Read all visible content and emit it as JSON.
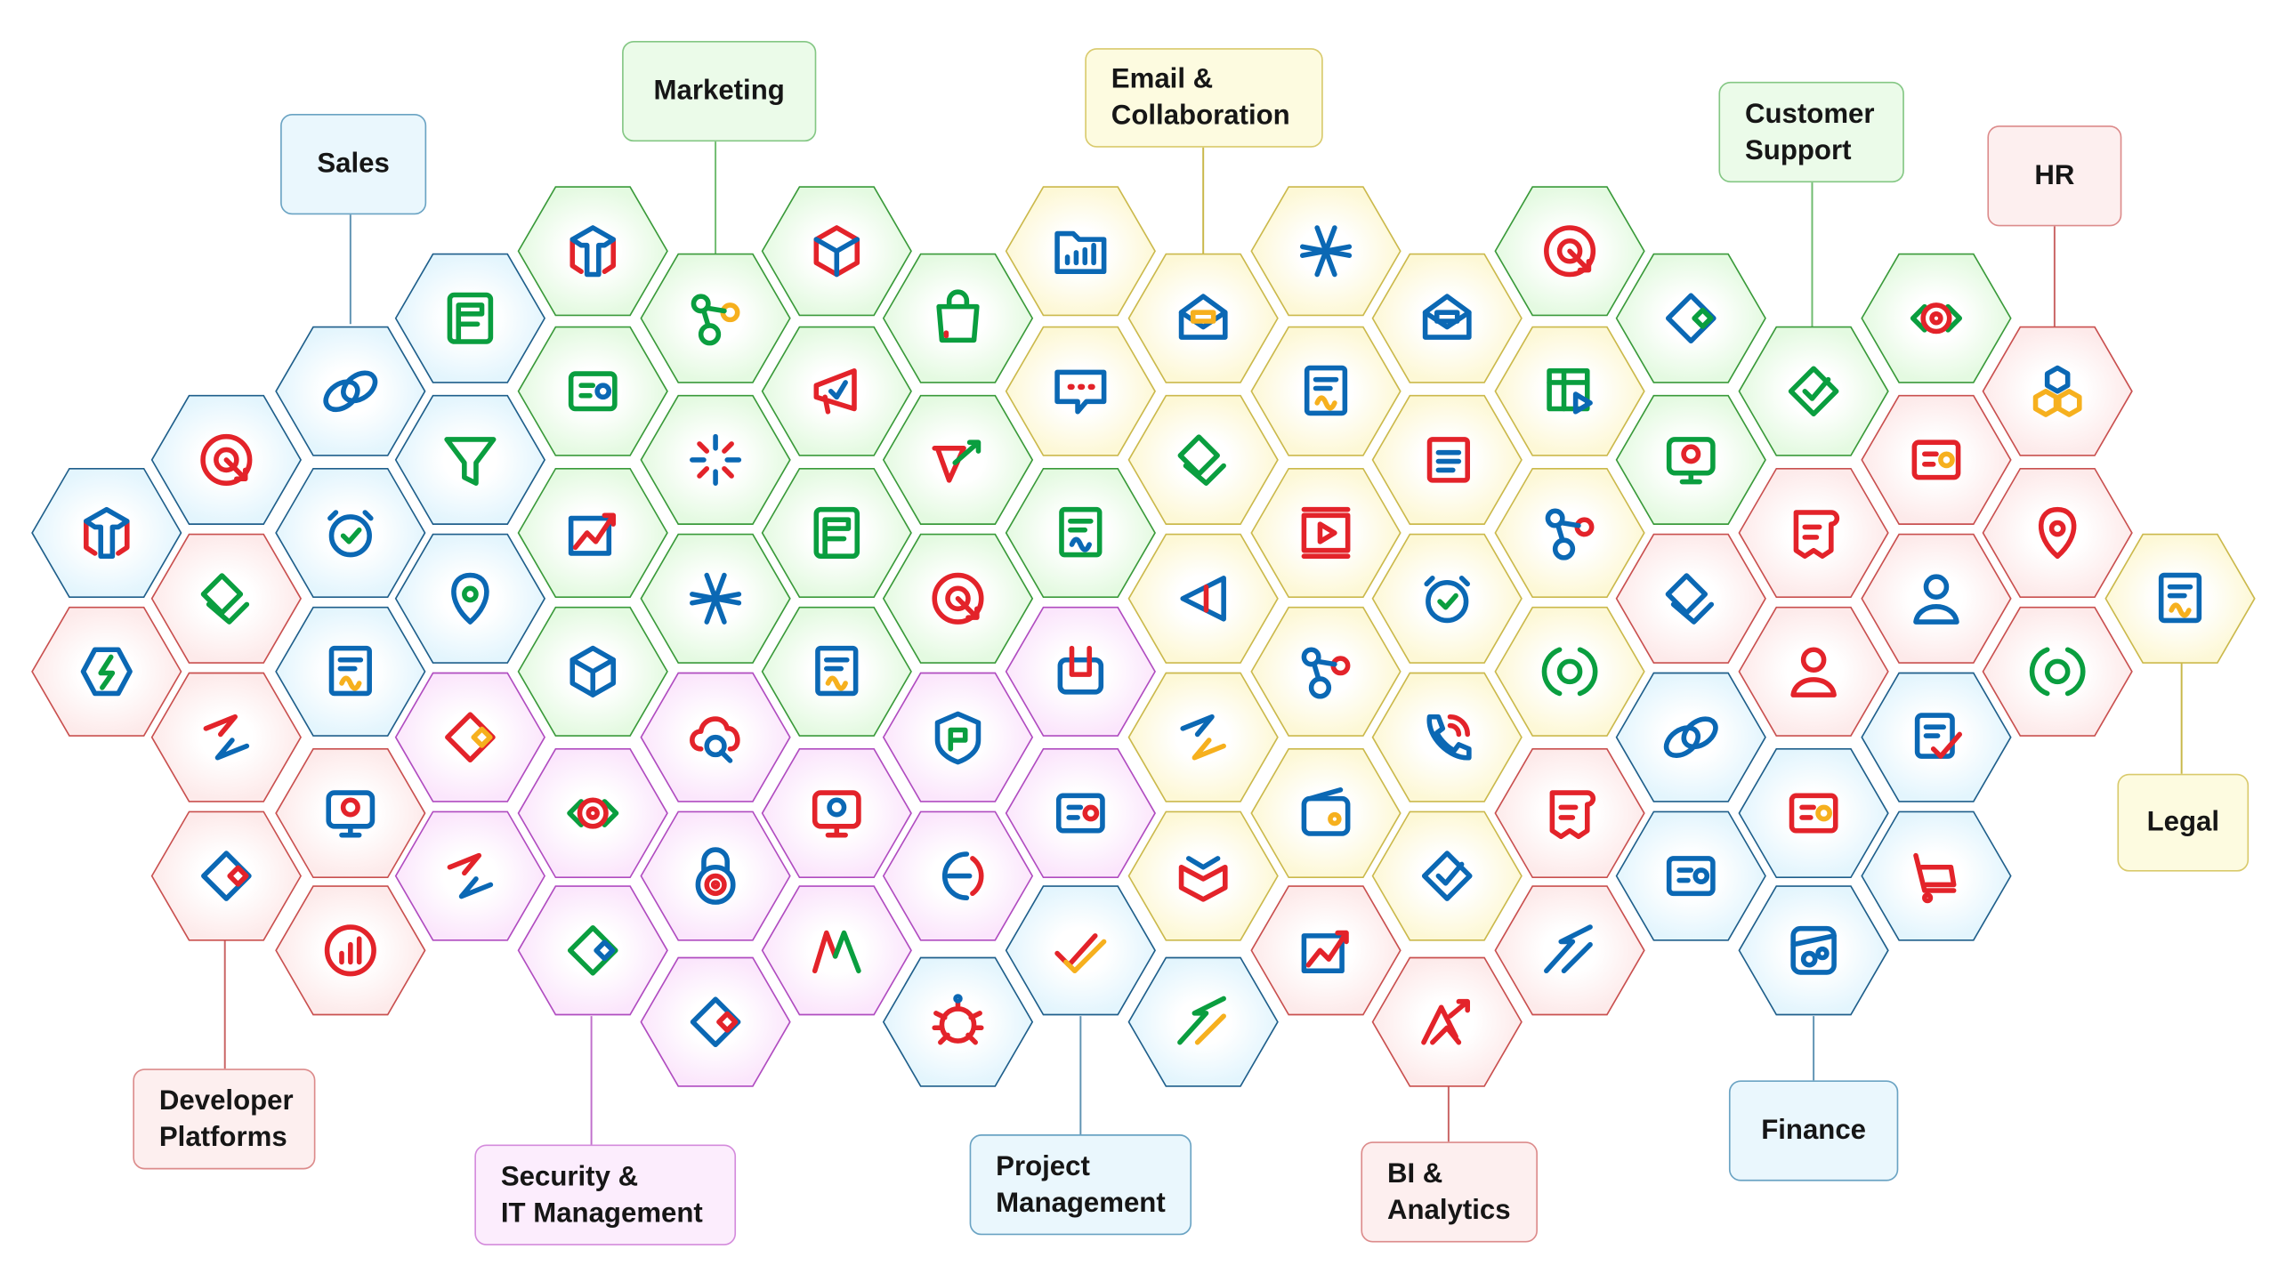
{
  "palette": {
    "B": "#0b68b4",
    "G": "#0a9e3f",
    "R": "#e3232a",
    "Y": "#f6b01e"
  },
  "tones": {
    "b": {
      "border": "#1f5f8b",
      "fill": "#e3f5fd",
      "line": "#5f93b3"
    },
    "g": {
      "border": "#3a9a3a",
      "fill": "#e4fae1",
      "line": "#6fbb6f"
    },
    "y": {
      "border": "#cbb94c",
      "fill": "#fdf8d6",
      "line": "#c9b84a"
    },
    "r": {
      "border": "#c9504f",
      "fill": "#fdeaea",
      "line": "#c96464"
    },
    "p": {
      "border": "#b04cc0",
      "fill": "#fbe6fc",
      "line": "#c070cc"
    }
  },
  "categories": {
    "sales": {
      "label": "Sales",
      "tone": "b"
    },
    "marketing": {
      "label": "Marketing",
      "tone": "g"
    },
    "email": {
      "label": "Email &\nCollaboration",
      "tone": "y"
    },
    "support": {
      "label": "Customer\nSupport",
      "tone": "g"
    },
    "hr": {
      "label": "HR",
      "tone": "r"
    },
    "legal": {
      "label": "Legal",
      "tone": "y"
    },
    "finance": {
      "label": "Finance",
      "tone": "b"
    },
    "bi": {
      "label": "BI &\nAnalytics",
      "tone": "r"
    },
    "project": {
      "label": "Project\nManagement",
      "tone": "b"
    },
    "security": {
      "label": "Security &\nIT Management",
      "tone": "p"
    },
    "developer": {
      "label": "Developer\nPlatforms",
      "tone": "r"
    }
  },
  "hexes": [
    {
      "icon": "tbox",
      "c": [
        "B",
        "R"
      ],
      "t": "b"
    },
    {
      "icon": "zap",
      "c": [
        "B",
        "G"
      ],
      "t": "r"
    },
    {
      "icon": "target",
      "c": [
        "R",
        "R"
      ],
      "t": "b"
    },
    {
      "icon": "layers",
      "c": [
        "G",
        "G"
      ],
      "t": "r"
    },
    {
      "icon": "arrows",
      "c": [
        "R",
        "B"
      ],
      "t": "r"
    },
    {
      "icon": "diamond",
      "c": [
        "B",
        "R"
      ],
      "t": "r"
    },
    {
      "icon": "link",
      "c": [
        "B",
        "B"
      ],
      "t": "b"
    },
    {
      "icon": "clock",
      "c": [
        "B",
        "G"
      ],
      "t": "b"
    },
    {
      "icon": "doc",
      "c": [
        "B",
        "Y"
      ],
      "t": "b"
    },
    {
      "icon": "monitor",
      "c": [
        "B",
        "R"
      ],
      "t": "r"
    },
    {
      "icon": "bars",
      "c": [
        "R",
        "R"
      ],
      "t": "r"
    },
    {
      "icon": "F",
      "c": [
        "G",
        "G"
      ],
      "t": "b"
    },
    {
      "icon": "funnel",
      "c": [
        "G",
        "G"
      ],
      "t": "b"
    },
    {
      "icon": "pin",
      "c": [
        "B",
        "G"
      ],
      "t": "b"
    },
    {
      "icon": "diamond",
      "c": [
        "R",
        "Y"
      ],
      "t": "p"
    },
    {
      "icon": "arrows",
      "c": [
        "R",
        "B"
      ],
      "t": "p"
    },
    {
      "icon": "tbox",
      "c": [
        "B",
        "R"
      ],
      "t": "g"
    },
    {
      "icon": "card",
      "c": [
        "G",
        "B"
      ],
      "t": "g"
    },
    {
      "icon": "chart-up",
      "c": [
        "R",
        "B"
      ],
      "t": "g"
    },
    {
      "icon": "cube",
      "c": [
        "B",
        "B"
      ],
      "t": "g"
    },
    {
      "icon": "eye",
      "c": [
        "R",
        "G"
      ],
      "t": "p"
    },
    {
      "icon": "diamond",
      "c": [
        "G",
        "B"
      ],
      "t": "p"
    },
    {
      "icon": "nodes",
      "c": [
        "G",
        "Y"
      ],
      "t": "g"
    },
    {
      "icon": "sparkle",
      "c": [
        "B",
        "R"
      ],
      "t": "g"
    },
    {
      "icon": "asterisk",
      "c": [
        "B",
        "B"
      ],
      "t": "g"
    },
    {
      "icon": "cloud",
      "c": [
        "R",
        "B"
      ],
      "t": "p"
    },
    {
      "icon": "lock",
      "c": [
        "B",
        "R"
      ],
      "t": "p"
    },
    {
      "icon": "diamond",
      "c": [
        "B",
        "R"
      ],
      "t": "p"
    },
    {
      "icon": "cube",
      "c": [
        "R",
        "B"
      ],
      "t": "g"
    },
    {
      "icon": "megaphone",
      "c": [
        "R",
        "B"
      ],
      "t": "g"
    },
    {
      "icon": "F",
      "c": [
        "G",
        "G"
      ],
      "t": "g"
    },
    {
      "icon": "doc",
      "c": [
        "B",
        "Y"
      ],
      "t": "g"
    },
    {
      "icon": "monitor",
      "c": [
        "R",
        "B"
      ],
      "t": "p"
    },
    {
      "icon": "M",
      "c": [
        "R",
        "G"
      ],
      "t": "p"
    },
    {
      "icon": "bag",
      "c": [
        "G",
        "R"
      ],
      "t": "g"
    },
    {
      "icon": "check-arrow",
      "c": [
        "R",
        "G"
      ],
      "t": "g"
    },
    {
      "icon": "target",
      "c": [
        "R",
        "R"
      ],
      "t": "g"
    },
    {
      "icon": "shield",
      "c": [
        "B",
        "G"
      ],
      "t": "p"
    },
    {
      "icon": "E",
      "c": [
        "B",
        "R"
      ],
      "t": "p"
    },
    {
      "icon": "bug",
      "c": [
        "R",
        "B"
      ],
      "t": "b"
    },
    {
      "icon": "folder",
      "c": [
        "B",
        "B"
      ],
      "t": "y"
    },
    {
      "icon": "chat",
      "c": [
        "B",
        "R"
      ],
      "t": "y"
    },
    {
      "icon": "doc",
      "c": [
        "G",
        "B"
      ],
      "t": "g"
    },
    {
      "icon": "wrench",
      "c": [
        "R",
        "B"
      ],
      "t": "p"
    },
    {
      "icon": "card",
      "c": [
        "B",
        "R"
      ],
      "t": "p"
    },
    {
      "icon": "checks",
      "c": [
        "R",
        "Y"
      ],
      "t": "b"
    },
    {
      "icon": "envelope",
      "c": [
        "B",
        "Y"
      ],
      "t": "y"
    },
    {
      "icon": "layers",
      "c": [
        "G",
        "G"
      ],
      "t": "y"
    },
    {
      "icon": "play",
      "c": [
        "B",
        "R"
      ],
      "t": "y"
    },
    {
      "icon": "arrows",
      "c": [
        "B",
        "Y"
      ],
      "t": "y"
    },
    {
      "icon": "book",
      "c": [
        "R",
        "B"
      ],
      "t": "y"
    },
    {
      "icon": "slash",
      "c": [
        "G",
        "Y"
      ],
      "t": "b"
    },
    {
      "icon": "asterisk",
      "c": [
        "B",
        "B"
      ],
      "t": "y"
    },
    {
      "icon": "doc",
      "c": [
        "B",
        "Y"
      ],
      "t": "y"
    },
    {
      "icon": "video",
      "c": [
        "R",
        "R"
      ],
      "t": "y"
    },
    {
      "icon": "nodes",
      "c": [
        "B",
        "R"
      ],
      "t": "y"
    },
    {
      "icon": "wallet",
      "c": [
        "B",
        "Y"
      ],
      "t": "y"
    },
    {
      "icon": "chart-up",
      "c": [
        "R",
        "B"
      ],
      "t": "r"
    },
    {
      "icon": "envelope",
      "c": [
        "B",
        "B"
      ],
      "t": "y"
    },
    {
      "icon": "notes",
      "c": [
        "R",
        "B"
      ],
      "t": "y"
    },
    {
      "icon": "clock",
      "c": [
        "B",
        "G"
      ],
      "t": "y"
    },
    {
      "icon": "phone",
      "c": [
        "B",
        "R"
      ],
      "t": "y"
    },
    {
      "icon": "check",
      "c": [
        "B",
        "B"
      ],
      "t": "y"
    },
    {
      "icon": "mountain",
      "c": [
        "R",
        "R"
      ],
      "t": "r"
    },
    {
      "icon": "target",
      "c": [
        "R",
        "R"
      ],
      "t": "g"
    },
    {
      "icon": "table",
      "c": [
        "G",
        "B"
      ],
      "t": "y"
    },
    {
      "icon": "nodes",
      "c": [
        "B",
        "R"
      ],
      "t": "y"
    },
    {
      "icon": "parens",
      "c": [
        "G",
        "G"
      ],
      "t": "y"
    },
    {
      "icon": "scroll",
      "c": [
        "R",
        "R"
      ],
      "t": "r"
    },
    {
      "icon": "slash",
      "c": [
        "B",
        "B"
      ],
      "t": "r"
    },
    {
      "icon": "diamond",
      "c": [
        "B",
        "G"
      ],
      "t": "g"
    },
    {
      "icon": "monitor",
      "c": [
        "G",
        "R"
      ],
      "t": "g"
    },
    {
      "icon": "layers",
      "c": [
        "B",
        "B"
      ],
      "t": "r"
    },
    {
      "icon": "link",
      "c": [
        "B",
        "B"
      ],
      "t": "b"
    },
    {
      "icon": "card",
      "c": [
        "B",
        "B"
      ],
      "t": "b"
    },
    {
      "icon": "check",
      "c": [
        "G",
        "G"
      ],
      "t": "g"
    },
    {
      "icon": "scroll",
      "c": [
        "R",
        "R"
      ],
      "t": "r"
    },
    {
      "icon": "person",
      "c": [
        "R",
        "R"
      ],
      "t": "r"
    },
    {
      "icon": "card",
      "c": [
        "R",
        "Y"
      ],
      "t": "b"
    },
    {
      "icon": "B",
      "c": [
        "B",
        "B"
      ],
      "t": "b"
    },
    {
      "icon": "eye",
      "c": [
        "R",
        "G"
      ],
      "t": "g"
    },
    {
      "icon": "card",
      "c": [
        "R",
        "Y"
      ],
      "t": "r"
    },
    {
      "icon": "person",
      "c": [
        "B",
        "B"
      ],
      "t": "r"
    },
    {
      "icon": "checklist",
      "c": [
        "B",
        "R"
      ],
      "t": "b"
    },
    {
      "icon": "cart",
      "c": [
        "R",
        "R"
      ],
      "t": "b"
    },
    {
      "icon": "hexagons",
      "c": [
        "B",
        "Y"
      ],
      "t": "r"
    },
    {
      "icon": "pin",
      "c": [
        "R",
        "R"
      ],
      "t": "r"
    },
    {
      "icon": "parens",
      "c": [
        "G",
        "G"
      ],
      "t": "r"
    },
    {
      "icon": "doc",
      "c": [
        "B",
        "Y"
      ],
      "t": "y"
    }
  ]
}
